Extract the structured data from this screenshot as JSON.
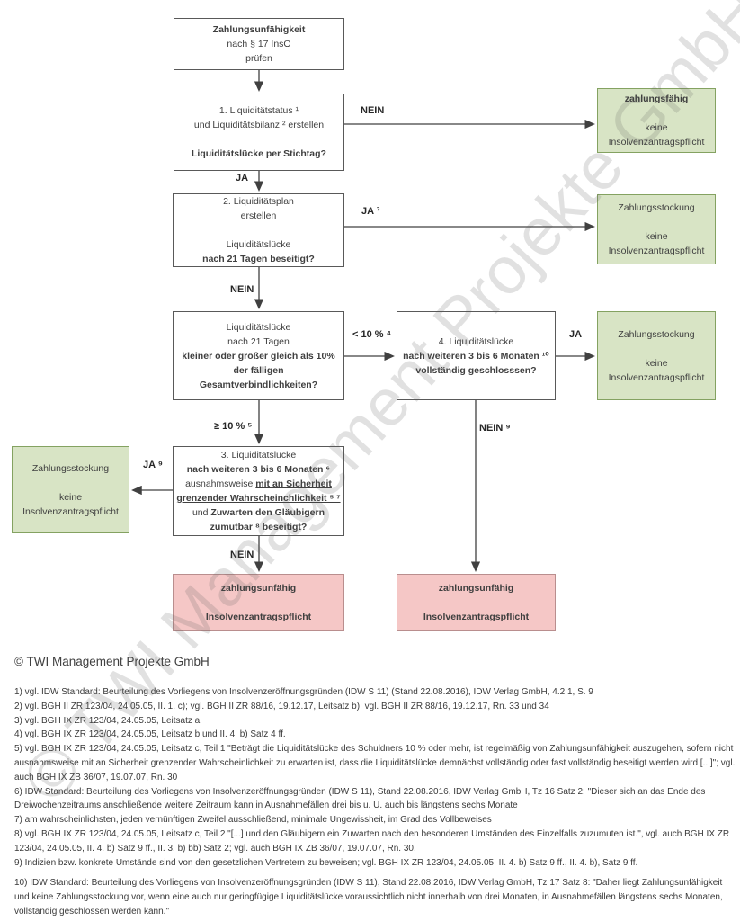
{
  "watermark": {
    "text": "© TWI Management Projekte GmbH"
  },
  "colors": {
    "green_fill": "#d8e4c5",
    "green_border": "#84a261",
    "red_fill": "#f5c7c6",
    "red_border": "#b98e8e",
    "box_border": "#595959",
    "text": "#3f3f3f",
    "arrow": "#404040"
  },
  "flow": {
    "boxes": [
      {
        "id": "start",
        "type": "plain",
        "lines": [
          [
            {
              "t": "Zahlungsunfähigkeit",
              "b": true
            }
          ],
          [
            {
              "t": "nach § 17 InsO"
            }
          ],
          [
            {
              "t": "prüfen"
            }
          ]
        ]
      },
      {
        "id": "step1",
        "type": "plain",
        "lines": [
          [
            {
              "t": "1. Liquiditätstatus ¹"
            }
          ],
          [
            {
              "t": "und Liquiditätsbilanz ² erstellen"
            }
          ],
          [],
          [
            {
              "t": "Liquiditätslücke per Stichtag?",
              "b": true
            }
          ]
        ]
      },
      {
        "id": "step2",
        "type": "plain",
        "lines": [
          [
            {
              "t": "2. Liquiditätsplan"
            }
          ],
          [
            {
              "t": "erstellen"
            }
          ],
          [],
          [
            {
              "t": "Liquiditätslücke"
            }
          ],
          [
            {
              "t": "nach 21 Tagen beseitigt?",
              "b": true
            }
          ]
        ]
      },
      {
        "id": "decision",
        "type": "plain",
        "lines": [
          [
            {
              "t": "Liquiditätslücke"
            }
          ],
          [
            {
              "t": "nach 21 Tagen"
            }
          ],
          [
            {
              "t": "kleiner oder größer gleich als 10%",
              "b": true
            }
          ],
          [
            {
              "t": "der fälligen",
              "b": true
            }
          ],
          [
            {
              "t": "Gesamtverbindlichkeiten?",
              "b": true
            }
          ]
        ]
      },
      {
        "id": "step4",
        "type": "plain",
        "lines": [
          [
            {
              "t": "4. Liquiditätslücke"
            }
          ],
          [
            {
              "t": "nach weiteren 3 bis 6 Monaten ¹⁰",
              "b": true
            }
          ],
          [
            {
              "t": "vollständig geschlosssen?",
              "b": true
            }
          ]
        ]
      },
      {
        "id": "step3",
        "type": "plain",
        "lines": [
          [
            {
              "t": "3. Liquiditätslücke"
            }
          ],
          [
            {
              "t": "nach weiteren 3 bis 6 Monaten ⁶",
              "b": true
            }
          ],
          [
            {
              "t": "ausnahmsweise "
            },
            {
              "t": "mit an Sicherheit",
              "b": true,
              "u": true
            }
          ],
          [
            {
              "t": "grenzender Wahrscheinchlichkeit ⁵ ⁷",
              "b": true,
              "u": true
            }
          ],
          [
            {
              "t": "und "
            },
            {
              "t": "Zuwarten den Gläubigern",
              "b": true
            }
          ],
          [
            {
              "t": "zumutbar ⁸ beseitigt?",
              "b": true
            }
          ]
        ]
      },
      {
        "id": "green1",
        "type": "green",
        "lines": [
          [
            {
              "t": "zahlungsfähig",
              "b": true
            }
          ],
          [],
          [
            {
              "t": "keine"
            }
          ],
          [
            {
              "t": "Insolvenzantragspflicht"
            }
          ]
        ]
      },
      {
        "id": "green2",
        "type": "green",
        "lines": [
          [
            {
              "t": "Zahlungsstockung"
            }
          ],
          [],
          [
            {
              "t": "keine"
            }
          ],
          [
            {
              "t": "Insolvenzantragspflicht"
            }
          ]
        ]
      },
      {
        "id": "green3",
        "type": "green",
        "lines": [
          [
            {
              "t": "Zahlungsstockung"
            }
          ],
          [],
          [
            {
              "t": "keine"
            }
          ],
          [
            {
              "t": "Insolvenzantragspflicht"
            }
          ]
        ]
      },
      {
        "id": "green4",
        "type": "green",
        "lines": [
          [
            {
              "t": "Zahlungsstockung"
            }
          ],
          [],
          [
            {
              "t": "keine"
            }
          ],
          [
            {
              "t": "Insolvenzantragspflicht"
            }
          ]
        ]
      },
      {
        "id": "red1",
        "type": "red",
        "lines": [
          [
            {
              "t": "zahlungsunfähig",
              "b": true
            }
          ],
          [],
          [
            {
              "t": "Insolvenzantragspflicht",
              "b": true
            }
          ]
        ]
      },
      {
        "id": "red2",
        "type": "red",
        "lines": [
          [
            {
              "t": "zahlungsunfähig",
              "b": true
            }
          ],
          [],
          [
            {
              "t": "Insolvenzantragspflicht",
              "b": true
            }
          ]
        ]
      }
    ],
    "labels": {
      "nein1": "NEIN",
      "ja1": "JA",
      "ja3": "JA ³",
      "nein2": "NEIN",
      "lt10": "< 10 % ⁴",
      "ja4": "JA",
      "ge10": "≥ 10 % ⁵",
      "ja9": "JA ⁹",
      "nein3": "NEIN",
      "nein9": "NEIN ⁹"
    }
  },
  "footer": {
    "copyright": "© TWI Management Projekte GmbH"
  },
  "footnotes": [
    "1) vgl. IDW Standard: Beurteilung des Vorliegens von Insolvenzeröffnungsgründen (IDW S 11) (Stand 22.08.2016), IDW Verlag GmbH, 4.2.1, S. 9",
    "2) vgl. BGH II ZR 123/04, 24.05.05, II. 1. c); vgl. BGH II ZR 88/16, 19.12.17, Leitsatz b); vgl. BGH II ZR 88/16, 19.12.17, Rn. 33 und 34",
    "3) vgl. BGH IX ZR 123/04, 24.05.05, Leitsatz a",
    "4) vgl. BGH IX ZR 123/04, 24.05.05, Leitsatz b und II. 4. b) Satz 4 ff.",
    "5) vgl. BGH IX ZR 123/04, 24.05.05, Leitsatz c, Teil 1 \"Beträgt die Liquiditätslücke des Schuldners 10 % oder mehr, ist regelmäßig von Zahlungsunfähigkeit auszugehen, sofern nicht ausnahmsweise mit an Sicherheit grenzender Wahrscheinlichkeit zu erwarten ist, dass die Liquiditätslücke demnächst vollständig oder fast vollständig beseitigt werden wird [...]\"; vgl. auch BGH IX ZB 36/07, 19.07.07, Rn. 30",
    "6) IDW Standard: Beurteilung des Vorliegens von Insolvenzeröffnungsgründen (IDW S 11), Stand 22.08.2016, IDW Verlag GmbH, Tz 16 Satz 2: \"Dieser sich an das Ende des Dreiwochenzeitraums anschließende weitere Zeitraum kann in Ausnahmefällen drei bis u. U. auch bis längstens sechs Monate",
    "7) am wahrscheinlichsten, jeden vernünftigen Zweifel ausschließend, minimale Ungewissheit, im Grad des Vollbeweises",
    "8) vgl. BGH IX ZR 123/04, 24.05.05, Leitsatz c, Teil 2 \"[...] und den Gläubigern ein Zuwarten nach den besonderen Umständen des Einzelfalls zuzumuten ist.\", vgl. auch BGH IX ZR 123/04, 24.05.05, II. 4. b) Satz 9 ff., II. 3. b) bb) Satz 2; vgl. auch BGH IX ZB 36/07, 19.07.07, Rn. 30.",
    "9) Indizien bzw. konkrete Umstände sind von den gesetzlichen Vertretern zu beweisen; vgl. BGH IX ZR 123/04, 24.05.05, II. 4. b) Satz 9 ff., II. 4. b), Satz 9 ff.",
    "10) IDW Standard: Beurteilung des Vorliegens von Insolvenzeröffnungsgründen (IDW S 11), Stand 22.08.2016, IDW Verlag GmbH, Tz 17 Satz 8: \"Daher liegt Zahlungsunfähigkeit und keine Zahlungsstockung vor, wenn eine auch nur geringfügige Liquiditätslücke voraussichtlich nicht innerhalb von drei Monaten, in Ausnahmefällen längstens sechs Monaten, vollständig geschlossen werden kann.\""
  ]
}
